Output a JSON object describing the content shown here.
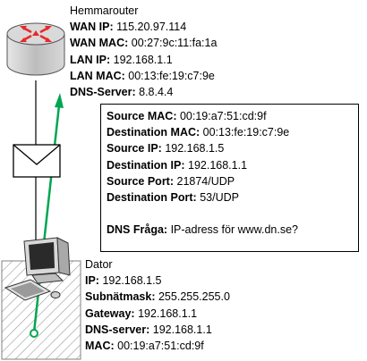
{
  "router": {
    "title": "Hemmarouter",
    "rows": [
      {
        "label": "WAN IP:",
        "value": "115.20.97.114"
      },
      {
        "label": "WAN MAC:",
        "value": "00:27:9c:11:fa:1a"
      },
      {
        "label": "LAN IP:",
        "value": "192.168.1.1"
      },
      {
        "label": "LAN MAC:",
        "value": "00:13:fe:19:c7:9e"
      },
      {
        "label": "DNS-Server:",
        "value": "8.8.4.4"
      }
    ]
  },
  "packet": {
    "rows": [
      {
        "label": "Source MAC:",
        "value": "00:19:a7:51:cd:9f"
      },
      {
        "label": "Destination MAC:",
        "value": "00:13:fe:19:c7:9e"
      },
      {
        "label": "Source IP:",
        "value": "192.168.1.5"
      },
      {
        "label": "Destination IP:",
        "value": "192.168.1.1"
      },
      {
        "label": "Source Port:",
        "value": "21874/UDP"
      },
      {
        "label": "Destination Port:",
        "value": "53/UDP"
      }
    ],
    "query": {
      "label": "DNS Fråga:",
      "value": "IP-adress för www.dn.se?"
    }
  },
  "computer": {
    "title": "Dator",
    "rows": [
      {
        "label": "IP:",
        "value": "192.168.1.5"
      },
      {
        "label": "Subnätmask:",
        "value": "255.255.255.0"
      },
      {
        "label": "Gateway:",
        "value": "192.168.1.1"
      },
      {
        "label": "DNS-server:",
        "value": "192.168.1.1"
      },
      {
        "label": "MAC:",
        "value": "00:19:a7:51:cd:9f"
      }
    ]
  },
  "colors": {
    "arrow": "#00a651",
    "router_arrows": "#e8282c",
    "router_body": "#c8c8c8"
  }
}
